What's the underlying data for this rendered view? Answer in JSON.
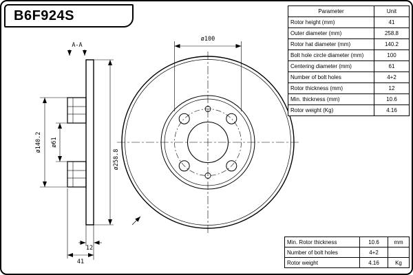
{
  "part_number": "B6F924S",
  "colors": {
    "line": "#000000",
    "background": "#ffffff"
  },
  "drawing": {
    "section_title": "A-A",
    "dimensions": {
      "bolt_circle_diameter": "ø100",
      "outer_diameter": "ø258.8",
      "hat_diameter": "ø140.2",
      "centering_diameter": "ø61",
      "rotor_thickness": "12",
      "rotor_height": "41"
    }
  },
  "parameters_table": {
    "headers": [
      "Parameter",
      "Unit"
    ],
    "rows": [
      {
        "parameter": "Rotor height (mm)",
        "value": "41"
      },
      {
        "parameter": "Outer diameter (mm)",
        "value": "258.8"
      },
      {
        "parameter": "Rotor hat diameter (mm)",
        "value": "140.2"
      },
      {
        "parameter": "Bolt hole circle diameter (mm)",
        "value": "100"
      },
      {
        "parameter": "Centering diameter (mm)",
        "value": "61"
      },
      {
        "parameter": "Number of bolt holes",
        "value": "4+2"
      },
      {
        "parameter": "Rotor thickness (mm)",
        "value": "12"
      },
      {
        "parameter": "Min. thickness (mm)",
        "value": "10.6"
      },
      {
        "parameter": "Rotor weight (Kg)",
        "value": "4.16"
      }
    ]
  },
  "summary_table": {
    "rows": [
      {
        "label": "Min. Rotor thickness",
        "value": "10.6",
        "unit": "mm"
      },
      {
        "label": "Number of bolt holes",
        "value": "4+2",
        "unit": ""
      },
      {
        "label": "Rotor weight",
        "value": "4.16",
        "unit": "Kg"
      }
    ]
  }
}
